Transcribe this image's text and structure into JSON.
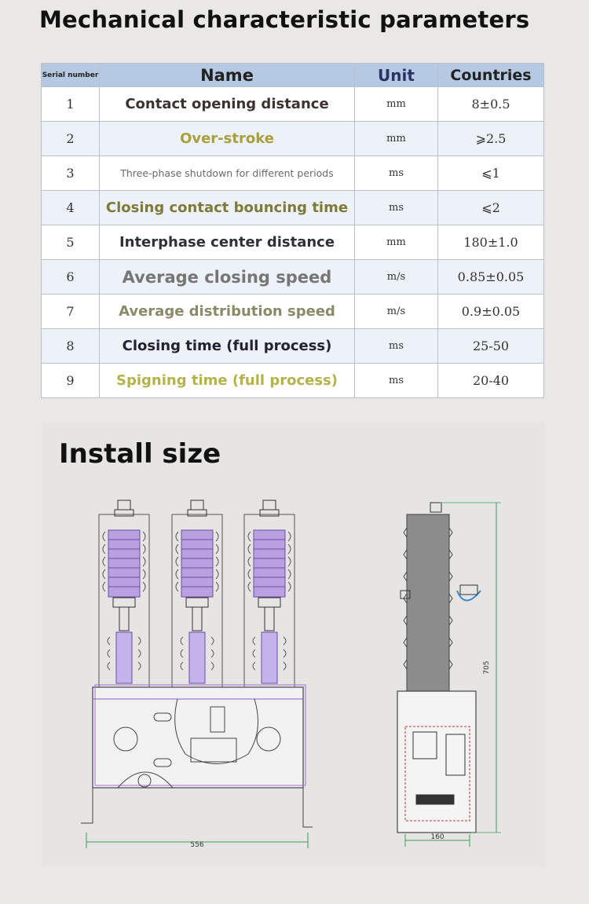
{
  "title": "Mechanical characteristic parameters",
  "table": {
    "headers": {
      "serial": "Serial number",
      "name": "Name",
      "unit": "Unit",
      "countries": "Countries"
    },
    "rows": [
      {
        "serial": "1",
        "name": "Contact opening distance",
        "unit": "mm",
        "value": "8±0.5",
        "color": "#3d3230"
      },
      {
        "serial": "2",
        "name": "Over-stroke",
        "unit": "mm",
        "value": "⩾2.5",
        "color": "#a8a03e"
      },
      {
        "serial": "3",
        "name": "Three-phase shutdown for different periods",
        "unit": "ms",
        "value": "⩽1",
        "color": "#6a6a6a"
      },
      {
        "serial": "4",
        "name": "Closing contact bouncing time",
        "unit": "ms",
        "value": "⩽2",
        "color": "#7d7a3a"
      },
      {
        "serial": "5",
        "name": "Interphase center distance",
        "unit": "mm",
        "value": "180±1.0",
        "color": "#2e3138"
      },
      {
        "serial": "6",
        "name": "Average closing speed",
        "unit": "m/s",
        "value": "0.85±0.05",
        "color": "#767676"
      },
      {
        "serial": "7",
        "name": "Average distribution speed",
        "unit": "m/s",
        "value": "0.9±0.05",
        "color": "#8a8a68"
      },
      {
        "serial": "8",
        "name": "Closing time (full process)",
        "unit": "ms",
        "value": "25-50",
        "color": "#222233"
      },
      {
        "serial": "9",
        "name": "Spigning time (full process)",
        "unit": "ms",
        "value": "20-40",
        "color": "#b3b34a"
      }
    ]
  },
  "install": {
    "title": "Install size",
    "dimensions": {
      "front_width": "556",
      "side_height": "705",
      "side_width": "160"
    }
  }
}
